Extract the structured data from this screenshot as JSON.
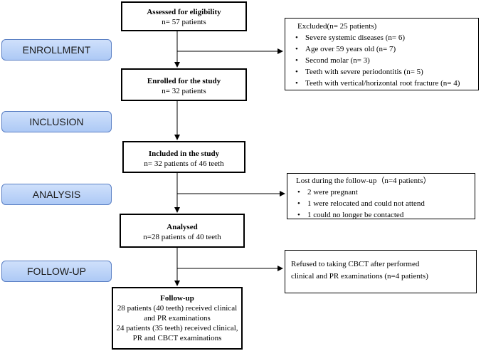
{
  "stages": {
    "enrollment": "ENROLLMENT",
    "inclusion": "INCLUSION",
    "analysis": "ANALYSIS",
    "followup": "FOLLOW-UP"
  },
  "boxes": {
    "eligibility": {
      "title": "Assessed for eligibility",
      "line1": "n= 57 patients"
    },
    "enrolled": {
      "title": "Enrolled for the study",
      "line1": "n= 32 patients"
    },
    "included": {
      "title": "Included in the study",
      "line1": "n= 32 patients of 46 teeth"
    },
    "analysed": {
      "title": "Analysed",
      "line1": "n=28 patients of 40 teeth"
    },
    "followup": {
      "title": "Follow-up",
      "line1": "28 patients (40 teeth) received clinical",
      "line2": "and PR examinations",
      "line3": "24 patients (35 teeth) received clinical,",
      "line4": "PR and CBCT examinations"
    }
  },
  "excluded": {
    "header": "Excluded(n= 25 patients)",
    "items": [
      "Severe systemic diseases (n= 6)",
      "Age over 59 years old  (n= 7)",
      "Second molar (n= 3)",
      "Teeth with severe periodontitis (n= 5)",
      "Teeth with vertical/horizontal root fracture (n= 4)"
    ]
  },
  "lost": {
    "header": "Lost during the follow-up（n=4 patients）",
    "items": [
      "2 were pregnant",
      "1 were relocated and could not attend",
      "1 could no longer be contacted"
    ]
  },
  "refused": {
    "line1": "Refused to taking CBCT after performed",
    "line2": "clinical and PR examinations (n=4 patients)"
  }
}
